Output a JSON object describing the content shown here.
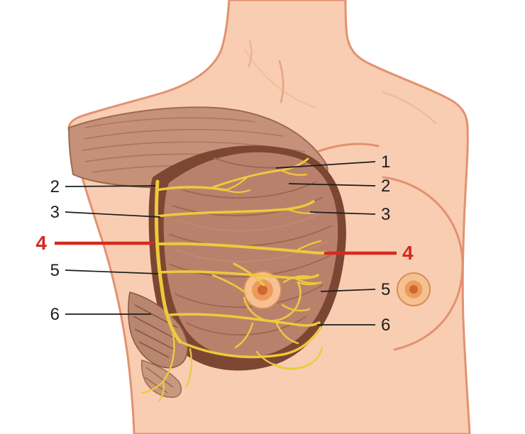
{
  "diagram": {
    "labels": {
      "left": [
        {
          "value": "2"
        },
        {
          "value": "3"
        },
        {
          "value": "4"
        },
        {
          "value": "5"
        },
        {
          "value": "6"
        }
      ],
      "right": [
        {
          "value": "1"
        },
        {
          "value": "2"
        },
        {
          "value": "3"
        },
        {
          "value": "4"
        },
        {
          "value": "5"
        },
        {
          "value": "6"
        }
      ]
    },
    "colors": {
      "background": "#ffffff",
      "skin": "#f8cdb2",
      "skin_outline": "#e3916f",
      "muscle": "#b9816c",
      "muscle_upper": "#c69179",
      "muscle_shadow": "#7c4732",
      "muscle_striation": "#9b654e",
      "nerve_yellow": "#eec93d",
      "areola": "#ee9a5a",
      "nipple": "#ce6832",
      "emphasis_red": "#d42a1e",
      "label_black": "#1d1d1d"
    }
  }
}
